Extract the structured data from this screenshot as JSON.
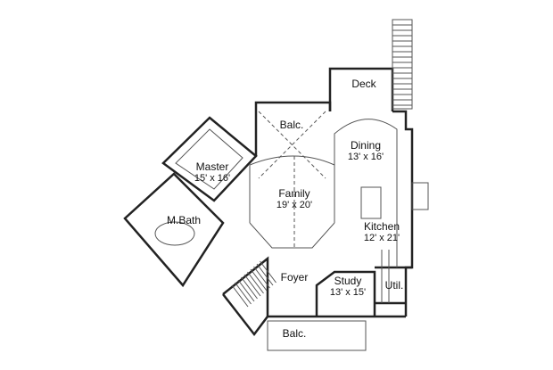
{
  "rooms": {
    "deck": {
      "name": "Deck"
    },
    "balc_upper": {
      "name": "Balc."
    },
    "dining": {
      "name": "Dining",
      "size": "13' x 16'"
    },
    "master": {
      "name": "Master",
      "size": "15' x 16'"
    },
    "family": {
      "name": "Family",
      "size": "19' x 20'"
    },
    "mbath": {
      "name": "M.Bath"
    },
    "kitchen": {
      "name": "Kitchen",
      "size": "12' x 21'"
    },
    "foyer": {
      "name": "Foyer"
    },
    "study": {
      "name": "Study",
      "size": "13' x 15'"
    },
    "util": {
      "name": "Util."
    },
    "balc_lower": {
      "name": "Balc."
    }
  },
  "colors": {
    "wall": "#222222",
    "thin": "#777777",
    "background": "#ffffff"
  }
}
